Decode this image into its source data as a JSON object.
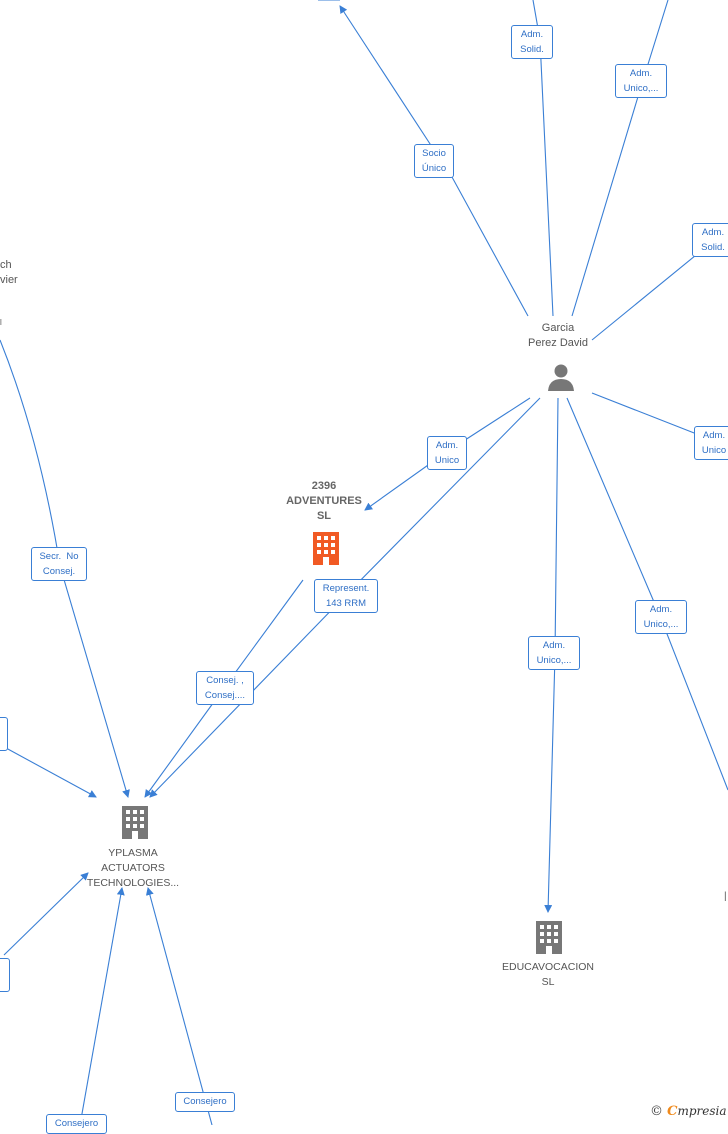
{
  "nodes": {
    "garcia": {
      "label_1": "Garcia",
      "label_2": "Perez David",
      "icon": "person-icon"
    },
    "adventures": {
      "label_1": "2396",
      "label_2": "ADVENTURES",
      "label_3": "SL",
      "icon": "building-icon",
      "color": "#f15a24"
    },
    "yplasma": {
      "label_1": "YPLASMA",
      "label_2": "ACTUATORS",
      "label_3": "TECHNOLOGIES...",
      "icon": "building-icon",
      "color": "#777777"
    },
    "educavocacion": {
      "label_1": "EDUCAVOCACION",
      "label_2": "SL",
      "icon": "building-icon",
      "color": "#777777"
    },
    "partial_left": {
      "label_1": "ch",
      "label_2": "vier",
      "label_3": "l"
    }
  },
  "relations": {
    "adm_solid_top": {
      "line1": "Adm.",
      "line2": "Solid."
    },
    "adm_unico_top": {
      "line1": "Adm.",
      "line2": "Unico,..."
    },
    "socio_unico": {
      "line1": "Socio",
      "line2": "Único"
    },
    "adm_solid_right": {
      "line1": "Adm.",
      "line2": "Solid."
    },
    "adm_unico_right": {
      "line1": "Adm.",
      "line2": "Unico"
    },
    "adm_unico_adv": {
      "line1": "Adm.",
      "line2": "Unico"
    },
    "represent": {
      "line1": "Represent.",
      "line2": "143 RRM"
    },
    "consej": {
      "line1": "Consej. ,",
      "line2": "Consej...."
    },
    "secr_no_consej": {
      "line1": "Secr.  No",
      "line2": "Consej."
    },
    "adm_unico_edu": {
      "line1": "Adm.",
      "line2": "Unico,..."
    },
    "adm_unico_far_right": {
      "line1": "Adm.",
      "line2": "Unico,..."
    },
    "consejero_1": {
      "line1": "Consejero"
    },
    "consejero_2": {
      "line1": "Consejero"
    }
  },
  "colors": {
    "edge": "#3a7fd5",
    "accent": "#f15a24",
    "node_gray": "#777777"
  },
  "watermark": {
    "symbol": "©",
    "brand_first": "C",
    "brand_rest": "mpresia"
  }
}
